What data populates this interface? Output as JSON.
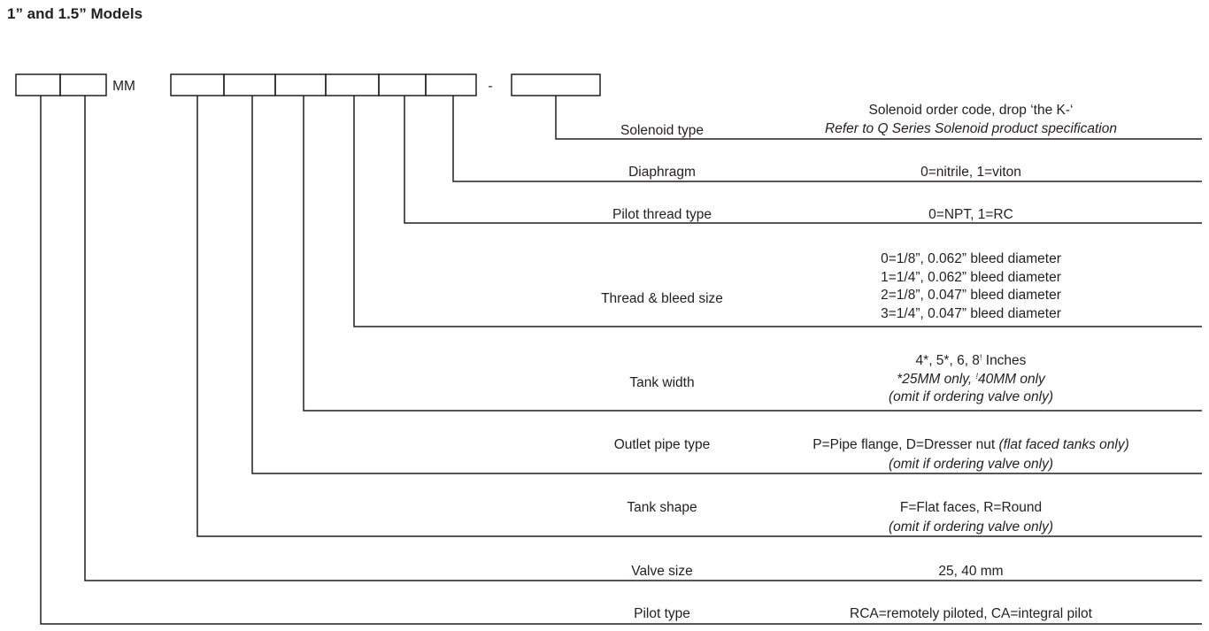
{
  "title": "1” and 1.5” Models",
  "code": {
    "mm": "MM",
    "dash": "-"
  },
  "rows": [
    {
      "label": "Solenoid type",
      "desc": [
        {
          "text": "Solenoid order code, drop ‘the K-‘",
          "italic": false
        },
        {
          "text": "Refer to Q Series Solenoid product specification",
          "italic": true
        }
      ]
    },
    {
      "label": "Diaphragm",
      "desc": [
        {
          "text": "0=nitrile, 1=viton",
          "italic": false
        }
      ]
    },
    {
      "label": "Pilot thread type",
      "desc": [
        {
          "text": "0=NPT, 1=RC",
          "italic": false
        }
      ]
    },
    {
      "label": "Thread & bleed size",
      "desc": [
        {
          "text": "0=1/8”, 0.062” bleed diameter",
          "italic": false
        },
        {
          "text": "1=1/4”, 0.062” bleed diameter",
          "italic": false
        },
        {
          "text": "2=1/8”, 0.047” bleed diameter",
          "italic": false
        },
        {
          "text": "3=1/4”, 0.047” bleed diameter",
          "italic": false
        }
      ]
    },
    {
      "label": "Tank width",
      "desc": [
        {
          "parts": [
            {
              "text": "4*, 5*, 6, 8",
              "italic": false
            },
            {
              "text": "!",
              "italic": false,
              "sup": true
            },
            {
              "text": " Inches",
              "italic": false
            }
          ]
        },
        {
          "parts": [
            {
              "text": "*25MM only, ",
              "italic": true
            },
            {
              "text": "!",
              "italic": true,
              "sup": true
            },
            {
              "text": "40MM only",
              "italic": true
            }
          ]
        },
        {
          "text": "(omit if ordering valve only)",
          "italic": true
        }
      ]
    },
    {
      "label": "Outlet pipe type",
      "desc": [
        {
          "parts": [
            {
              "text": "P=Pipe flange, D=Dresser nut ",
              "italic": false
            },
            {
              "text": "(flat faced tanks only)",
              "italic": true
            }
          ]
        },
        {
          "text": "(omit if ordering valve only)",
          "italic": true
        }
      ]
    },
    {
      "label": "Tank shape",
      "desc": [
        {
          "text": "F=Flat faces,  R=Round",
          "italic": false
        },
        {
          "text": "(omit if ordering valve only)",
          "italic": true
        }
      ]
    },
    {
      "label": "Valve size",
      "desc": [
        {
          "text": "25, 40 mm",
          "italic": false
        }
      ]
    },
    {
      "label": "Pilot type",
      "desc": [
        {
          "text": "RCA=remotely piloted, CA=integral pilot",
          "italic": false
        }
      ]
    }
  ]
}
